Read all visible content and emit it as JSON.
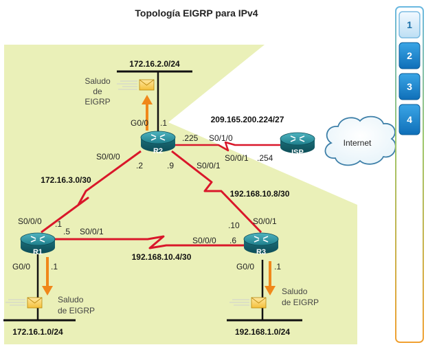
{
  "title": "Topología EIGRP para IPv4",
  "networks": {
    "r2_lan": "172.16.2.0/24",
    "r1_lan": "172.16.1.0/24",
    "r3_lan": "192.168.1.0/24",
    "r1_r2": "172.16.3.0/30",
    "r2_r3": "192.168.10.8/30",
    "r1_r3": "192.168.10.4/30",
    "r2_isp": "209.165.200.224/27"
  },
  "routers": {
    "r1": "R1",
    "r2": "R2",
    "r3": "R3",
    "isp": "ISP"
  },
  "cloud": "Internet",
  "hello_labels": {
    "r2": [
      "Saludo",
      "de",
      "EIGRP"
    ],
    "r1": [
      "Saludo",
      "de EIGRP"
    ],
    "r3": [
      "Saludo",
      "de EIGRP"
    ]
  },
  "interfaces": {
    "r2_g00": "G0/0",
    "r2_g00_ip": ".1",
    "r2_s000": "S0/0/0",
    "r2_s000_ip": ".2",
    "r2_s001": "S0/0/1",
    "r2_s001_ip": ".9",
    "r2_s010": "S0/1/0",
    "r2_s010_ip": ".225",
    "isp_s001": "S0/0/1",
    "isp_s001_ip": ".254",
    "r1_s000": "S0/0/0",
    "r1_s000_ip": ".1",
    "r1_s001": "S0/0/1",
    "r1_s001_ip": ".5",
    "r1_g00": "G0/0",
    "r1_g00_ip": ".1",
    "r3_s001": "S0/0/1",
    "r3_s001_ip": ".10",
    "r3_s000": "S0/0/0",
    "r3_s000_ip": ".6",
    "r3_g00": "G0/0",
    "r3_g00_ip": ".1"
  },
  "steps": [
    "1",
    "2",
    "3",
    "4"
  ],
  "colors": {
    "region": "#eaf0b8",
    "link": "#d9172a",
    "arrow": "#f0871a",
    "router": "#17737f",
    "step_active": "#d8ecf8",
    "step": "#1b8ed5"
  }
}
